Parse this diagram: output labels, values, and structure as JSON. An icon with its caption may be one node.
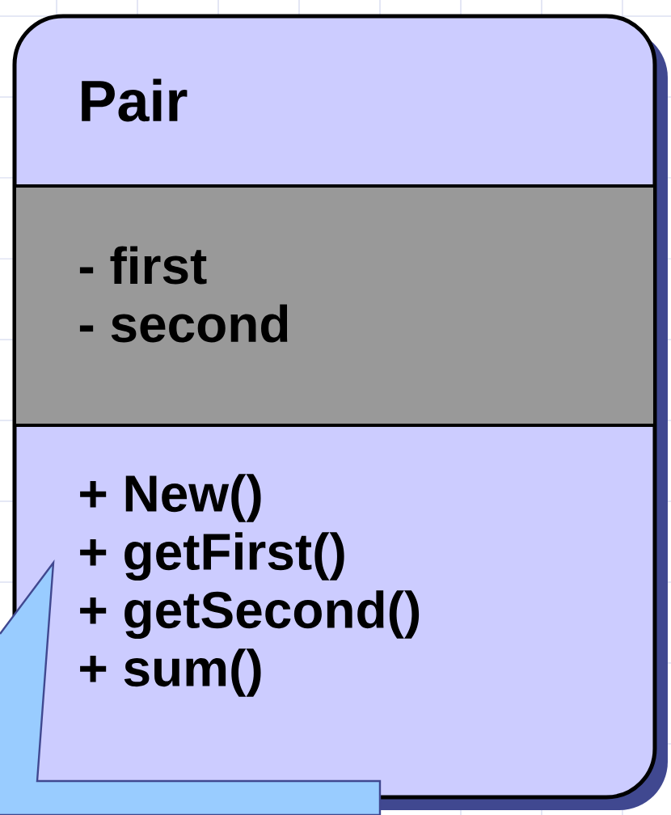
{
  "diagram": {
    "nodes": [
      {
        "text": [
          "Pair"
        ]
      },
      {
        "text": [
          "- first",
          "- second"
        ],
        "in": 0
      },
      {
        "text": [
          "+ New()",
          "+ getFirst()",
          "+ getSecond()",
          "+ sum()"
        ],
        "in": 0
      }
    ]
  }
}
